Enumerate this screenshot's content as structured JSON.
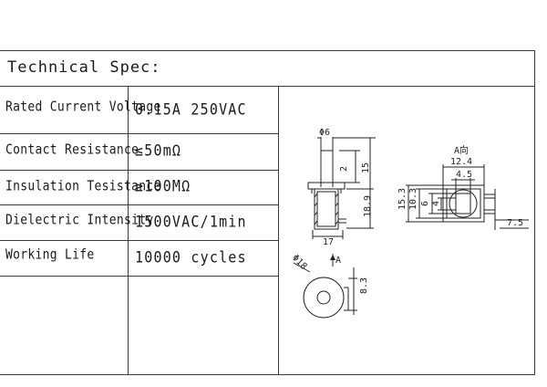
{
  "title": "Technical Spec:",
  "specs": [
    {
      "label": "Rated Current Voltage",
      "value": "0.15A 250VAC"
    },
    {
      "label": "Contact Resistance",
      "value": "≤50mΩ"
    },
    {
      "label": "Insulation Tesistance",
      "value": "≥100MΩ"
    },
    {
      "label": "Dielectric Intensity",
      "value": "1500VAC/1min"
    },
    {
      "label": "Working Life",
      "value": "10000 cycles"
    }
  ],
  "drawing": {
    "dim_phi6": "Φ6",
    "dim_2": "2",
    "dim_15": "15",
    "dim_18_9": "18.9",
    "dim_17": "17",
    "dim_phi18": "Φ18",
    "arrow_a": "A",
    "dim_8_3": "8.3",
    "view_a": "A向",
    "dim_12_4": "12.4",
    "dim_4_5": "4.5",
    "dim_15_3": "15.3",
    "dim_10_3": "10.3",
    "dim_6": "6",
    "dim_4": "4",
    "dim_7_5": "7.5"
  }
}
